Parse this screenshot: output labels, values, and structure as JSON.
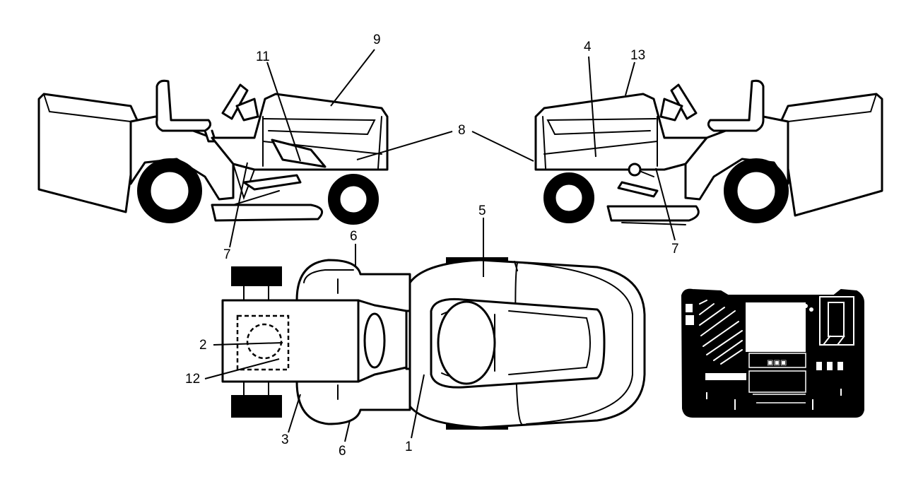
{
  "callouts": {
    "c9": "9",
    "c11": "11",
    "c7_left": "7",
    "c8": "8",
    "c4": "4",
    "c13": "13",
    "c7_right": "7",
    "c5": "5",
    "c6_top": "6",
    "c2": "2",
    "c12": "12",
    "c3": "3",
    "c6_bottom": "6",
    "c1": "1"
  },
  "colors": {
    "line": "#000000",
    "background": "#ffffff"
  }
}
